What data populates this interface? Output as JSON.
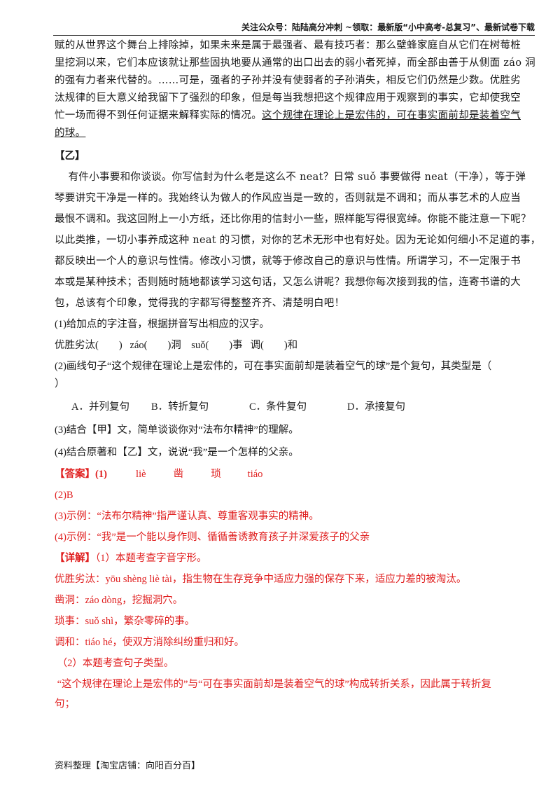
{
  "header": {
    "text": "关注公众号：陆陆高分冲刺  ~领取：最新版“小中高考-总复习”、最新试卷下载"
  },
  "passage_jia": {
    "lines": [
      "赋的从世界这个舞台上排除掉，如果未来是属于最强者、最有技巧者：那么壁蜂家庭自从它们在树莓桩",
      "里挖洞以来，它们本应该就让那些固执地要从通常的出口出去的弱小者死掉，而全部由善于从侧面 záo 洞",
      "的强有力者来代替的。……可是，强者的子孙并没有使弱者的子孙消失，相反它们仍然是少数。优胜劣",
      "汰规律的巨大意义给我留下了强烈的印象，但是每当我想把这个规律应用于观察到的事实，它却使我空",
      "忙一场而得不到任何证据来解释实际的情况。"
    ],
    "underlined_1": "这个规律在理论上是宏伟的，可在事实面前却是装着空气",
    "underlined_2": "的球。"
  },
  "yi_label": "【乙】",
  "passage_yi": {
    "lines": [
      "    有件小事要和你谈谈。你写信封为什么老是这么不 neat？日常 suǒ 事要做得 neat（干净），等于弹",
      "琴要讲究干净是一样的。我始终认为做人的作风应当是一致的，否则就是不调和；而从事艺术的人应当",
      "最恨不调和。我这回附上一小方纸，还比你用的信封小一些，照样能写得很宽绰。你能不能注意一下呢？",
      "以此类推，一切小事养成这种 neat 的习惯，对你的艺术无形中也有好处。因为无论如何细小不足道的事，",
      "都反映出一个人的意识与性情。修改小习惯，就等于修改自己的意识与性情。所谓学习，不一定限于书",
      "本或是某种技术；否则随时随地都该学习这句话，又怎么讲呢？我想你每次接到我的信，连寄书谱的大",
      "包，总该有个印象，觉得我的字都写得整整齐齐、清楚明白吧！"
    ]
  },
  "questions": {
    "q1": "(1)给加点的字注音，根据拼音写出相应的汉字。",
    "q1_items": "优胜劣汰(        )   záo(        )洞    suǒ(        )事   调(        )和",
    "q2_line1": "(2)画线句子“这个规律在理论上是宏伟的，可在事实面前却是装着空气的球”是个复句，其类型是（",
    "q2_line2": "）",
    "options": [
      "A．并列复句",
      "B．转折复句",
      "C．条件复句",
      "D．承接复句"
    ],
    "q3": "(3)结合【甲】文，简单谈谈你对“法布尔精神”的理解。",
    "q4": "(4)结合原著和【乙】文，说说“我”是一个怎样的父亲。"
  },
  "answer": {
    "label": "【答案】(1)",
    "pinyin": [
      "liè",
      "凿",
      "琐",
      "tiáo"
    ],
    "a2": "(2)B",
    "a3": "(3)示例：“法布尔精神”指严谨认真、尊重客观事实的精神。",
    "a4": "(4)示例：“我”是一个能以身作则、循循善诱教育孩子并深爱孩子的父亲"
  },
  "analysis": {
    "label": "【详解】",
    "intro": "（1）本题考查字音字形。",
    "items": [
      "优胜劣汰：yōu shèng liè tài，指生物在生存竞争中适应力强的保存下来，适应力差的被淘汰。",
      "凿洞：záo dòng，挖掘洞穴。",
      "琐事：suǒ shì，繁杂零碎的事。",
      "调和：tiáo hé，使双方消除纠纷重归和好。"
    ],
    "part2": " （2）本题考查句子类型。",
    "part2_line1": " “这个规律在理论上是宏伟的”与“可在事实面前却是装着空气的球”构成转折关系，因此属于转折复",
    "part2_line2": "句；"
  },
  "footer": {
    "text": "资料整理【淘宝店铺：向阳百分百】"
  }
}
